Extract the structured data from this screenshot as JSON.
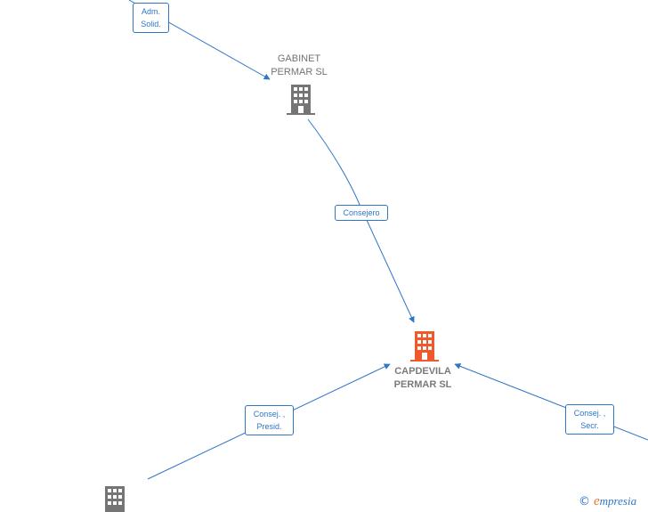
{
  "nodes": {
    "gabinet": {
      "label_line1": "GABINET",
      "label_line2": "PERMAR SL",
      "color": "#757575"
    },
    "capdevila": {
      "label_line1": "CAPDEVILA",
      "label_line2": "PERMAR SL",
      "color": "#f05a2a"
    },
    "bottom_left": {
      "color": "#757575"
    }
  },
  "edges": {
    "adm_solid": {
      "line1": "Adm.",
      "line2": "Solid."
    },
    "consejero": {
      "line1": "Consejero"
    },
    "consej_presid": {
      "line1": "Consej. ,",
      "line2": "Presid."
    },
    "consej_secr": {
      "line1": "Consej. ,",
      "line2": "Secr."
    }
  },
  "colors": {
    "edge": "#2f76c7",
    "label_border": "#2f76c7",
    "label_text": "#2f76c7"
  },
  "watermark": {
    "symbol": "©",
    "brand_first": "e",
    "brand_rest": "mpresia"
  }
}
